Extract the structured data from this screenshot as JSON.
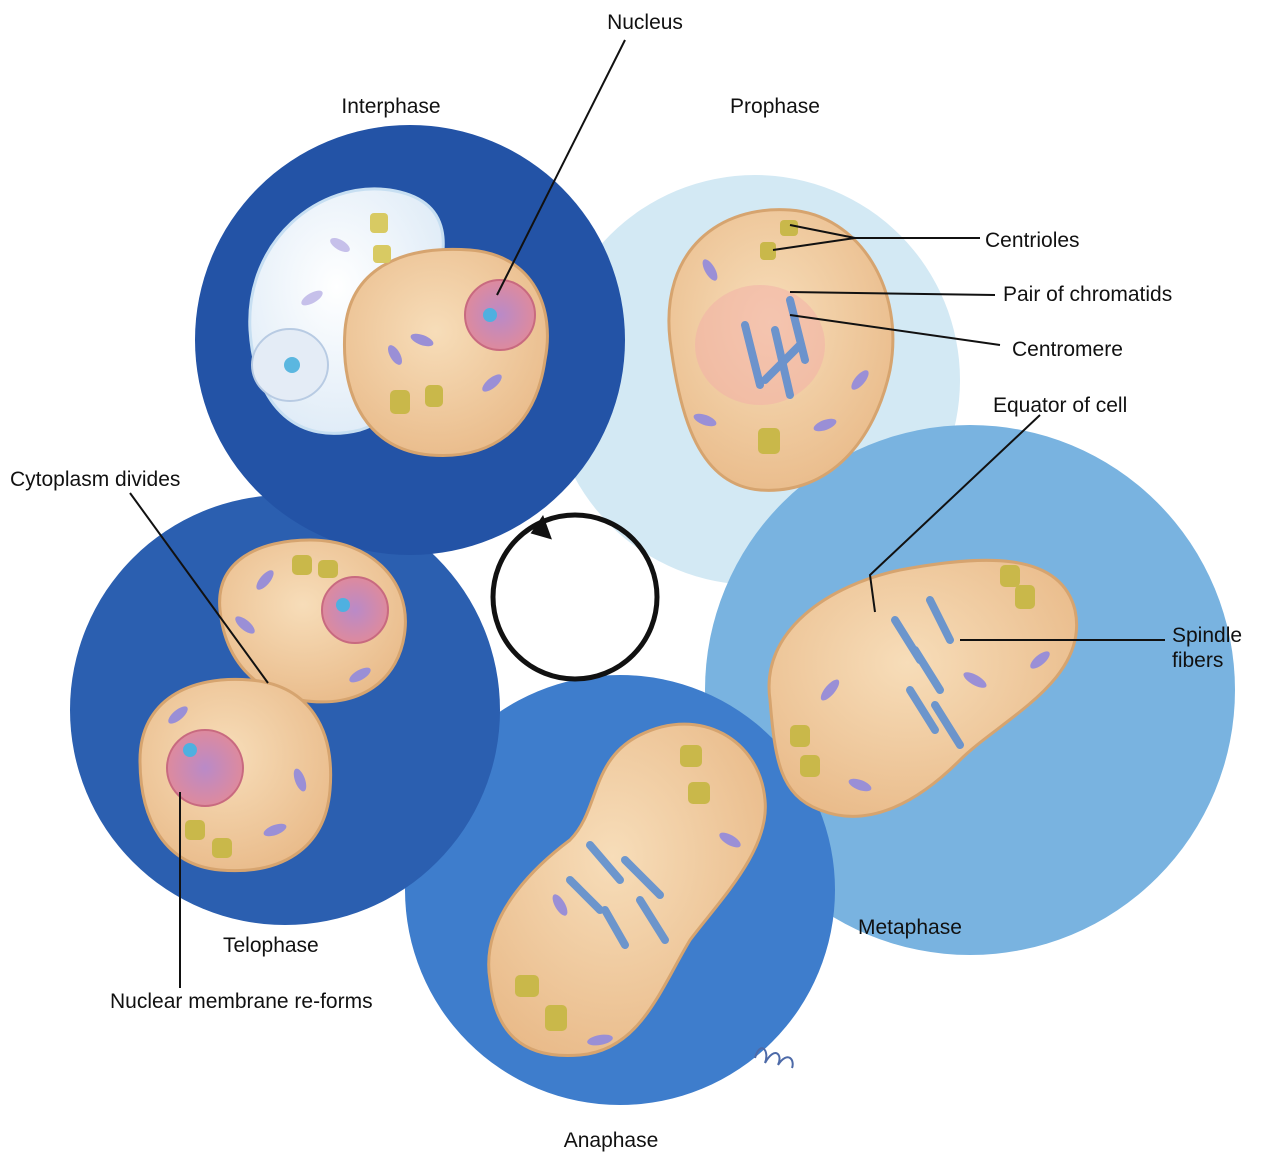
{
  "colors": {
    "interphase_bg": "#2454a8",
    "prophase_bg": "#cfe7f3",
    "metaphase_bg": "#79b6e2",
    "anaphase_bg": "#3f7fcf",
    "telophase_bg": "#2a5fb0",
    "cell_fill": "#f0c896",
    "cell_edge": "#d9a874",
    "nucleus_fill": "#e58a95",
    "chromosome": "#5e8fd0",
    "organelle": "#9a8fd6",
    "centriole": "#c9b84a",
    "leader_line": "#111111"
  },
  "icons": {
    "cycle": "circular-arrow-icon"
  },
  "phases": {
    "interphase": "Interphase",
    "prophase": "Prophase",
    "metaphase": "Metaphase",
    "anaphase": "Anaphase",
    "telophase": "Telophase"
  },
  "callouts": {
    "nucleus": "Nucleus",
    "centrioles": "Centrioles",
    "pair_of_chromatids": "Pair of chromatids",
    "centromere": "Centromere",
    "equator_of_cell": "Equator of cell",
    "spindle_fibers": "Spindle\nfibers",
    "cytoplasm_divides": "Cytoplasm divides",
    "nuclear_membrane_reforms": "Nuclear membrane re-forms"
  }
}
